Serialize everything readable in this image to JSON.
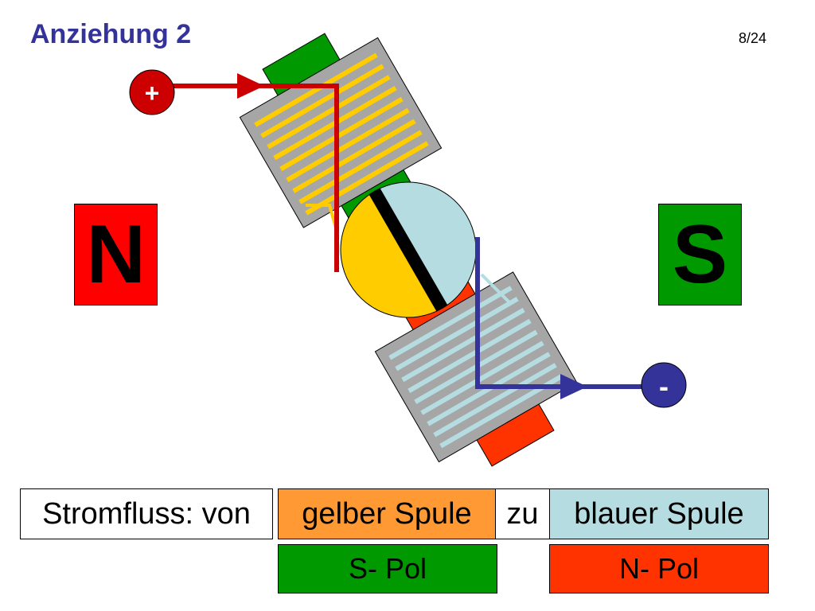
{
  "slide": {
    "title": "Anziehung 2",
    "page": "8/24"
  },
  "magnets": {
    "north_label": "N",
    "south_label": "S",
    "north_color": "#ff0000",
    "south_color": "#009900"
  },
  "terminals": {
    "plus_label": "+",
    "minus_label": "-",
    "plus_color": "#cc0000",
    "minus_color": "#333399"
  },
  "rotor": {
    "yellow_half_color": "#ffcc00",
    "blue_half_color": "#b5dde1",
    "coil_color": "#a6a6a6",
    "upper_pole_color": "#009900",
    "lower_pole_color": "#ff3300"
  },
  "legend": {
    "row1": [
      "Stromfluss: von",
      "gelber Spule",
      "zu",
      "blauer Spule"
    ],
    "row2": [
      "S- Pol",
      "N- Pol"
    ]
  }
}
